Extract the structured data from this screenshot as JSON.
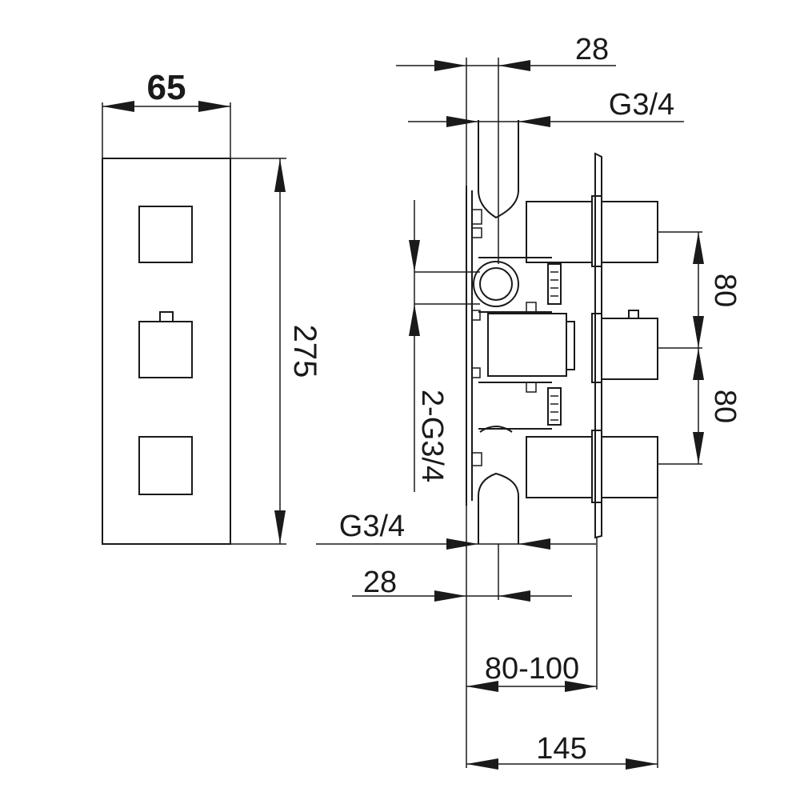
{
  "front_view": {
    "width_label": "65",
    "height_label": "275"
  },
  "side_view": {
    "top_pipe_size_label": "28",
    "top_thread_label": "G3/4",
    "outlets_label": "2-G3/4",
    "bottom_thread_label": "G3/4",
    "bottom_pipe_size_label": "28",
    "spacing_upper_label": "80",
    "spacing_lower_label": "80",
    "wall_depth_label": "80-100",
    "total_depth_label": "145"
  }
}
